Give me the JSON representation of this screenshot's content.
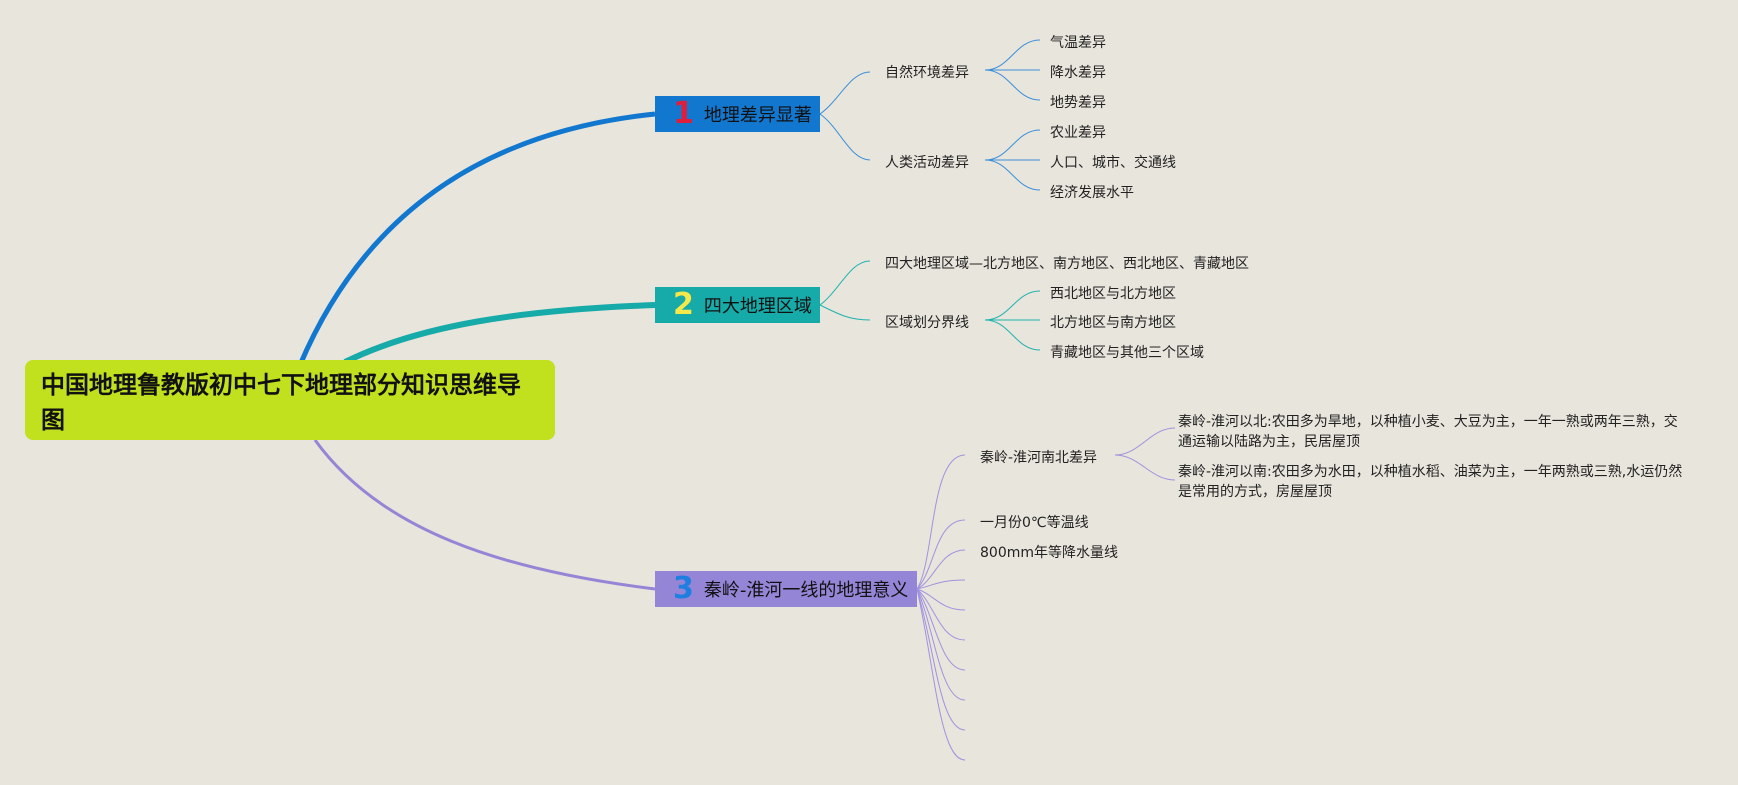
{
  "root": {
    "title": "中国地理鲁教版初中七下地理部分知识思维导图"
  },
  "branches": [
    {
      "num": "1",
      "label": "地理差异显著",
      "children": [
        {
          "label": "自然环境差异",
          "children": [
            "气温差异",
            "降水差异",
            "地势差异"
          ]
        },
        {
          "label": "人类活动差异",
          "children": [
            "农业差异",
            "人口、城市、交通线",
            "经济发展水平"
          ]
        }
      ]
    },
    {
      "num": "2",
      "label": "四大地理区域",
      "children": [
        {
          "label": "四大地理区域—北方地区、南方地区、西北地区、青藏地区",
          "children": []
        },
        {
          "label": "区域划分界线",
          "children": [
            "西北地区与北方地区",
            "北方地区与南方地区",
            "青藏地区与其他三个区域"
          ]
        }
      ]
    },
    {
      "num": "3",
      "label": "秦岭-淮河一线的地理意义",
      "children": [
        {
          "label": "秦岭-淮河南北差异",
          "children": [
            "秦岭-淮河以北:农田多为旱地，以种植小麦、大豆为主，一年一熟或两年三熟，交通运输以陆路为主，民居屋顶",
            "秦岭-淮河以南:农田多为水田，以种植水稻、油菜为主，一年两熟或三熟,水运仍然是常用的方式，房屋屋顶"
          ]
        },
        {
          "label": "一月份0℃等温线",
          "children": []
        },
        {
          "label": "800mm年等降水量线",
          "children": []
        }
      ]
    }
  ],
  "colors": {
    "background": "#e8e5dd",
    "root": "#c1e01e",
    "branch1": "#1177cf",
    "branch2": "#16aaa8",
    "branch3": "#9585d6"
  }
}
